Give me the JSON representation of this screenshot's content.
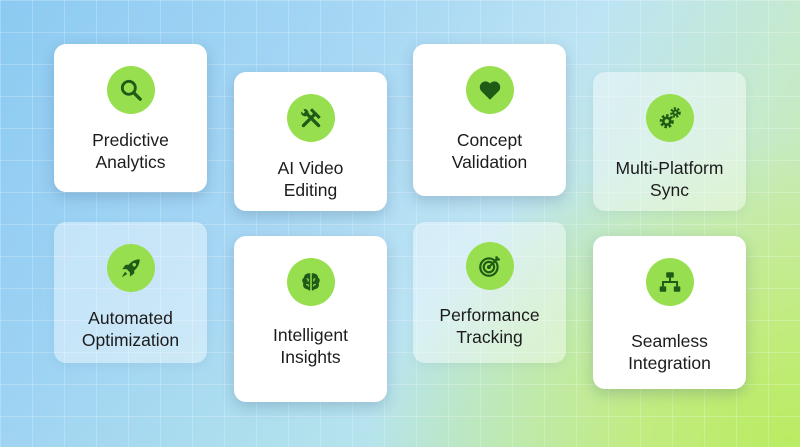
{
  "colors": {
    "icon_background": "#98df4f",
    "icon_glyph": "#1f5a16",
    "card_background": "#ffffff",
    "label_text": "#1c1c1c"
  },
  "cards": [
    {
      "label": "Predictive\nAnalytics",
      "icon": "search-icon",
      "style": "solid"
    },
    {
      "label": "AI Video\nEditing",
      "icon": "tools-icon",
      "style": "solid"
    },
    {
      "label": "Concept\nValidation",
      "icon": "heart-icon",
      "style": "solid"
    },
    {
      "label": "Multi-Platform\nSync",
      "icon": "gears-icon",
      "style": "faded"
    },
    {
      "label": "Automated\nOptimization",
      "icon": "rocket-icon",
      "style": "faded"
    },
    {
      "label": "Intelligent\nInsights",
      "icon": "brain-icon",
      "style": "solid"
    },
    {
      "label": "Performance\nTracking",
      "icon": "target-icon",
      "style": "faded"
    },
    {
      "label": "Seamless\nIntegration",
      "icon": "network-icon",
      "style": "solid"
    }
  ]
}
